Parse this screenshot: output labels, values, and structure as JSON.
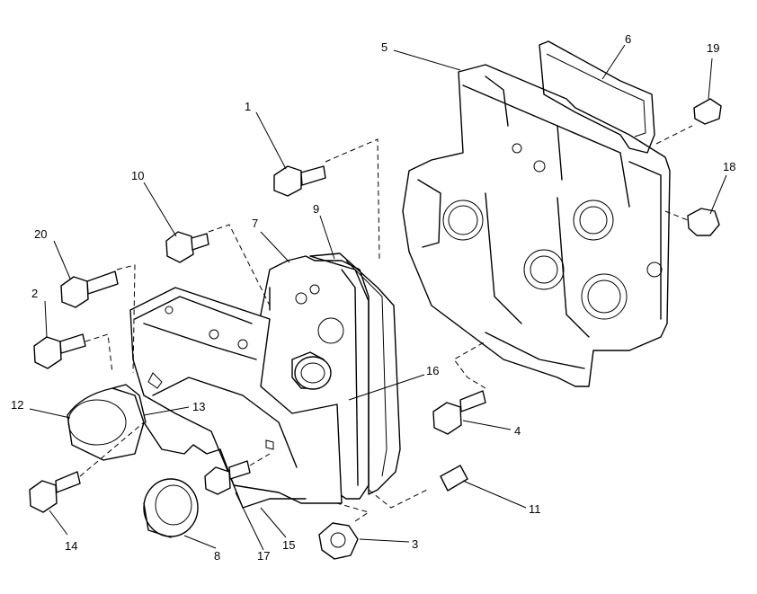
{
  "callouts": [
    {
      "id": "c1",
      "label": "1"
    },
    {
      "id": "c2",
      "label": "2"
    },
    {
      "id": "c3",
      "label": "3"
    },
    {
      "id": "c4",
      "label": "4"
    },
    {
      "id": "c5",
      "label": "5"
    },
    {
      "id": "c6",
      "label": "6"
    },
    {
      "id": "c7",
      "label": "7"
    },
    {
      "id": "c8",
      "label": "8"
    },
    {
      "id": "c9",
      "label": "9"
    },
    {
      "id": "c10",
      "label": "10"
    },
    {
      "id": "c11",
      "label": "11"
    },
    {
      "id": "c12",
      "label": "12"
    },
    {
      "id": "c13",
      "label": "13"
    },
    {
      "id": "c14",
      "label": "14"
    },
    {
      "id": "c15",
      "label": "15"
    },
    {
      "id": "c16",
      "label": "16"
    },
    {
      "id": "c17",
      "label": "17"
    },
    {
      "id": "c18",
      "label": "18"
    },
    {
      "id": "c19",
      "label": "19"
    },
    {
      "id": "c20",
      "label": "20"
    }
  ]
}
